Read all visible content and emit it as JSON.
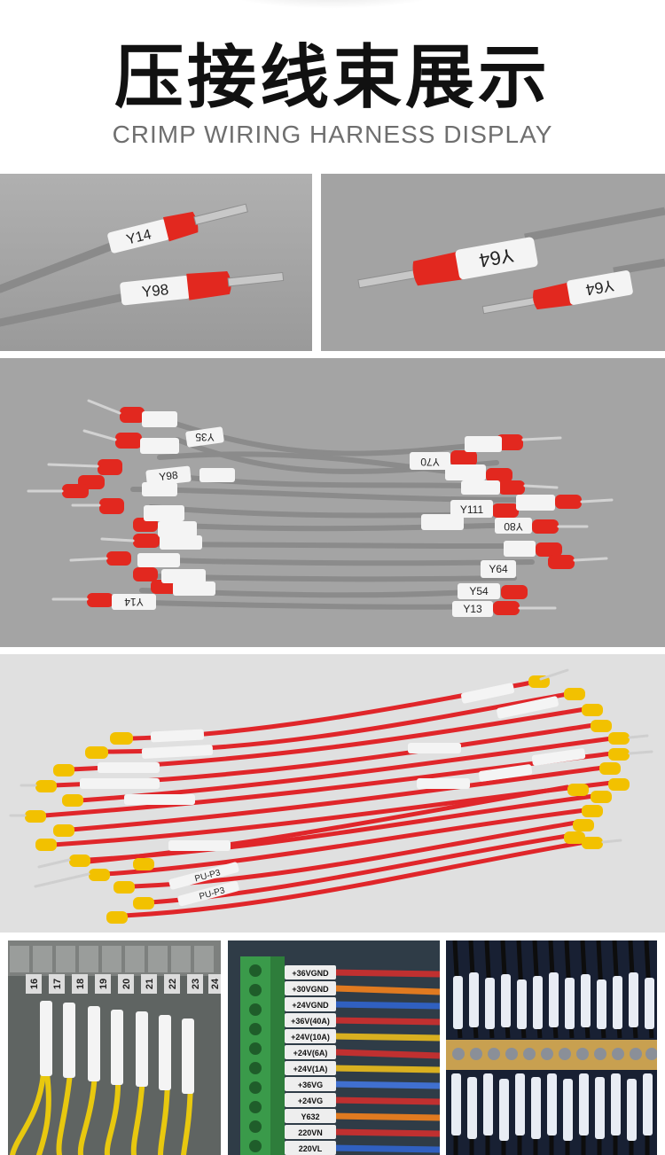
{
  "header": {
    "title": "压接线束展示",
    "subtitle": "CRIMP WIRING HARNESS DISPLAY"
  },
  "photos": {
    "photo1": {
      "labels": [
        "Y14",
        "Y98"
      ]
    },
    "photo2": {
      "labels": [
        "Y64",
        "Y64"
      ]
    },
    "photo3": {
      "labels": [
        "Y35",
        "Y98",
        "Y70",
        "Y111",
        "Y80",
        "Y64",
        "Y54",
        "Y13",
        "Y14"
      ]
    },
    "photo4": {
      "labels": [
        "PU-P3",
        "PU-P3"
      ]
    },
    "photo5": {
      "labels": [
        "16",
        "17",
        "18",
        "19",
        "20",
        "21",
        "22",
        "23",
        "24"
      ]
    },
    "photo6": {
      "labels": [
        "+36VGND",
        "+30VGND",
        "+24VGND",
        "+36V(40A)",
        "+24V(10A)",
        "+24V(6A)",
        "+24V(1A)",
        "+36VG",
        "+24VG",
        "Y632",
        "220VN",
        "220VL"
      ]
    }
  },
  "colors": {
    "gray_background": "#a5a5a5",
    "gray_wire": "#8a8a8a",
    "red_ferrule": "#e2281f",
    "red_wire": "#e0262a",
    "yellow_ferrule": "#f2c100",
    "label_sleeve": "#f4f4f4"
  }
}
